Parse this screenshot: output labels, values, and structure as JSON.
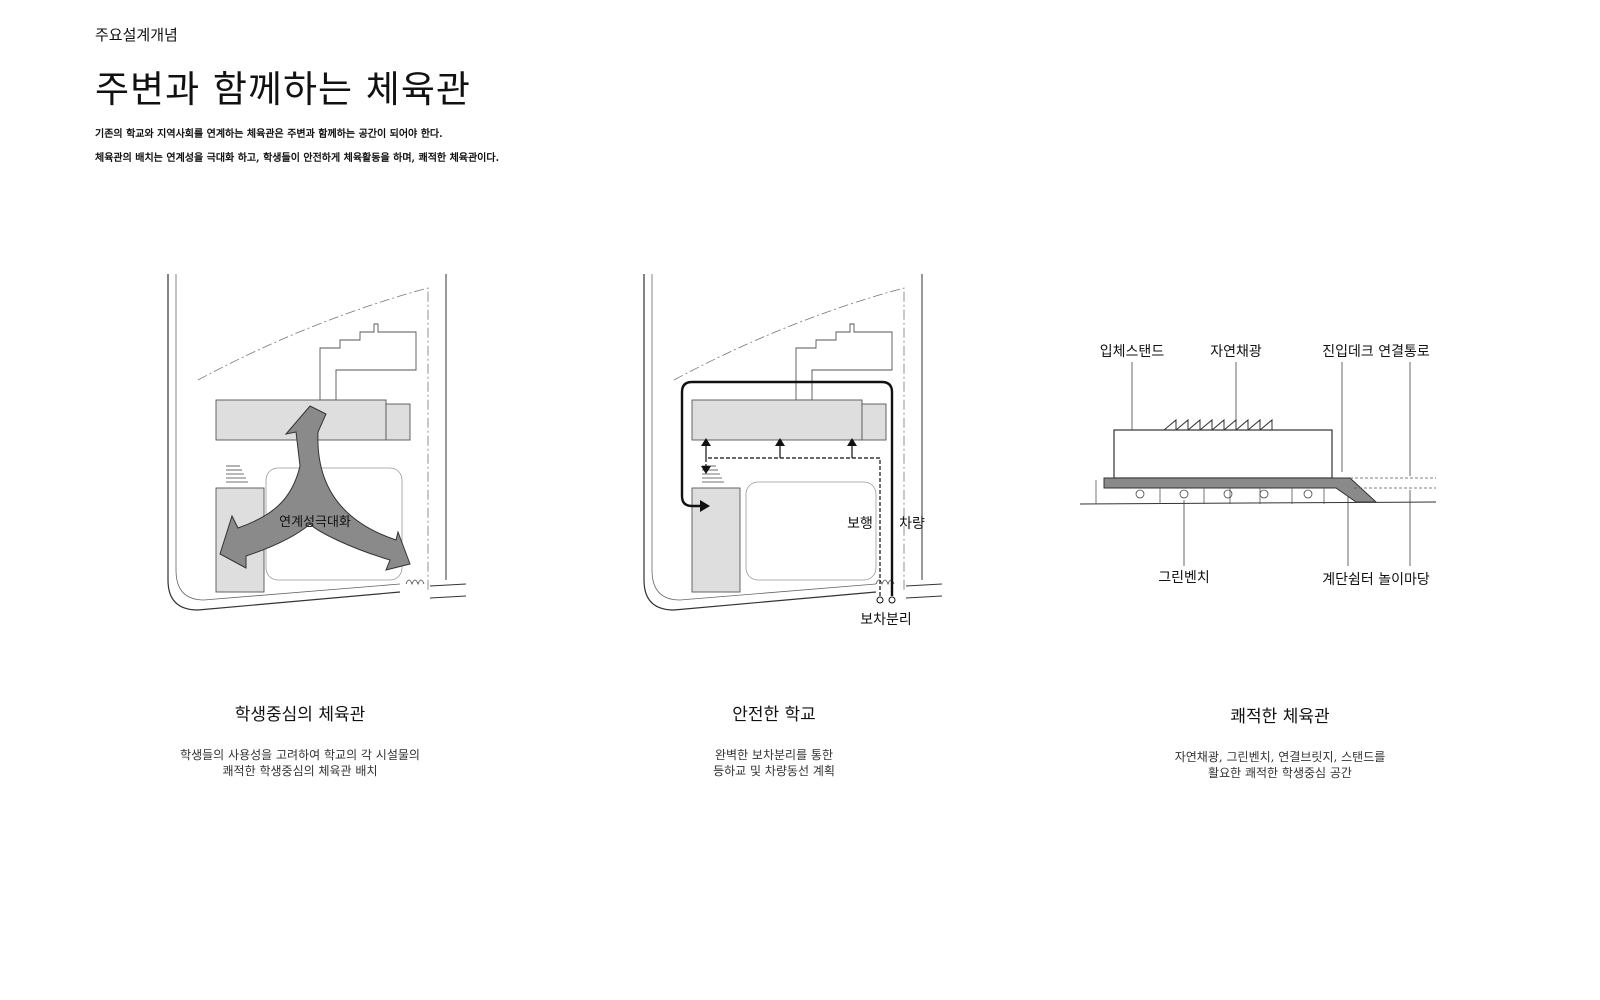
{
  "header": {
    "eyebrow": "주요설계개념",
    "title": "주변과 함께하는 체육관",
    "desc_line1": "기존의 학교와 지역사회를 연계하는 체육관은 주변과 함께하는 공간이 되어야 한다.",
    "desc_line2": "체육관의 배치는 연계성을 극대화 하고, 학생들이 안전하게 체육활동을 하며, 쾌적한 체육관이다."
  },
  "panel1": {
    "label": "연계성극대화",
    "caption_title": "학생중심의 체육관",
    "caption_line1": "학생들의 사용성을 고려하여 학교의 각 시설물의",
    "caption_line2": "쾌적한 학생중심의 체육관 배치"
  },
  "panel2": {
    "label_walk": "보행",
    "label_car": "차량",
    "label_separation": "보차분리",
    "caption_title": "안전한 학교",
    "caption_line1": "완벽한 보차분리를 통한",
    "caption_line2": "등하교 및 차량동선 계획"
  },
  "panel3": {
    "label_stand": "입체스탠드",
    "label_light": "자연채광",
    "label_deck": "진입데크 연결통로",
    "label_bench": "그린벤치",
    "label_shelter": "계단쉼터 놀이마당",
    "caption_title": "쾌적한 체육관",
    "caption_line1": "자연채광, 그린벤치, 연결브릿지, 스탠드를",
    "caption_line2": "활요한 쾌적한 학생중심 공간"
  },
  "colors": {
    "building_fill": "#dedede",
    "arrow_fill": "#8a8a8a",
    "line": "#333333"
  }
}
